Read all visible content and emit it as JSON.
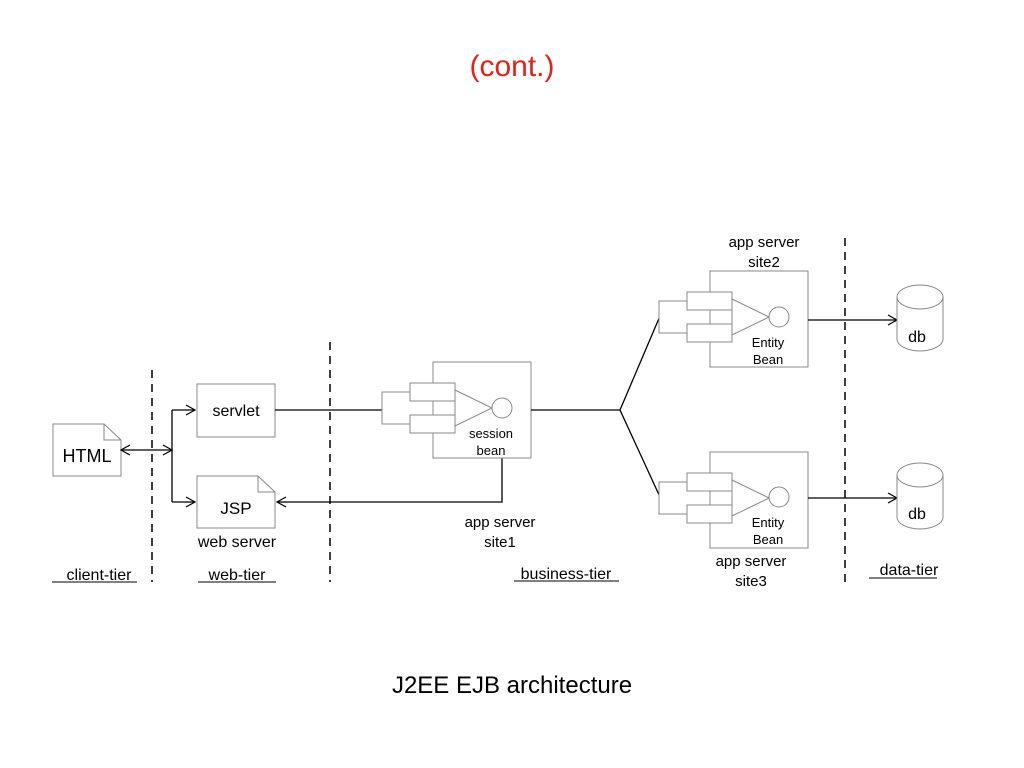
{
  "slide": {
    "title": "(cont.)",
    "caption": "J2EE EJB architecture",
    "title_color": "#e2231a"
  },
  "diagram": {
    "client": {
      "html_label": "HTML",
      "tier_label": "client-tier"
    },
    "web": {
      "servlet_label": "servlet",
      "jsp_label": "JSP",
      "server_label": "web server",
      "tier_label": "web-tier"
    },
    "business": {
      "site1": {
        "bean_line1": "session",
        "bean_line2": "bean",
        "site_line1": "app server",
        "site_line2": "site1"
      },
      "site2": {
        "bean_line1": "Entity",
        "bean_line2": "Bean",
        "site_line1": "app server",
        "site_line2": "site2"
      },
      "site3": {
        "bean_line1": "Entity",
        "bean_line2": "Bean",
        "site_line1": "app server",
        "site_line2": "site3"
      },
      "tier_label": "business-tier"
    },
    "data": {
      "db1_label": "db",
      "db2_label": "db",
      "tier_label": "data-tier"
    }
  }
}
